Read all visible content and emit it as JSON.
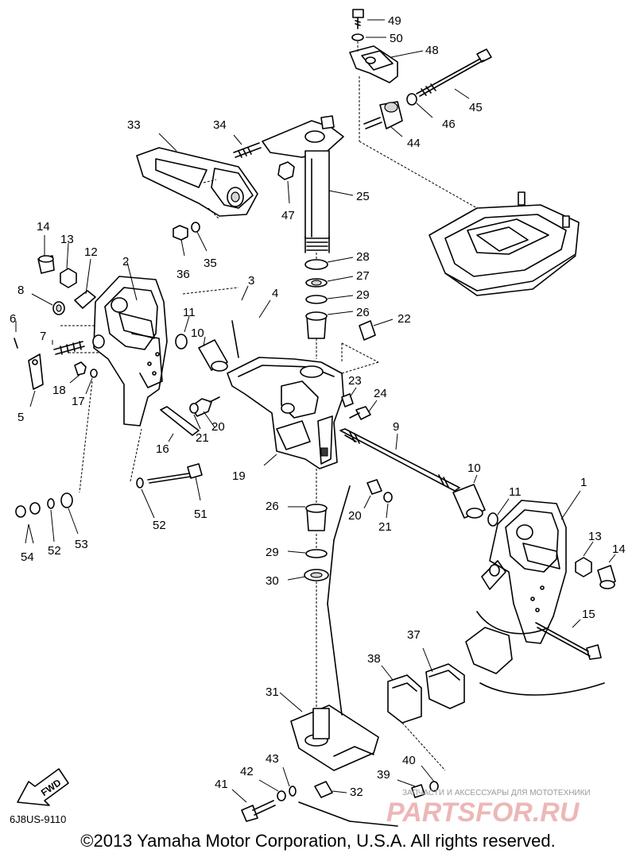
{
  "diagram": {
    "code": "6J8US-9110",
    "fwd_label": "FWD",
    "copyright": "©2013 Yamaha Motor Corporation, U.S.A. All rights reserved.",
    "watermark": {
      "tagline": "ЗАПЧАСТИ И АКСЕССУАРЫ ДЛЯ МОТОТЕХНИКИ",
      "logo": "PARTSFOR.RU"
    },
    "callouts": {
      "c1": "1",
      "c2": "2",
      "c3": "3",
      "c4": "4",
      "c5": "5",
      "c6": "6",
      "c7": "7",
      "c8": "8",
      "c9": "9",
      "c10a": "10",
      "c10b": "10",
      "c11a": "11",
      "c11b": "11",
      "c12": "12",
      "c13a": "13",
      "c13b": "13",
      "c14a": "14",
      "c14b": "14",
      "c15": "15",
      "c16": "16",
      "c17": "17",
      "c18": "18",
      "c19": "19",
      "c20a": "20",
      "c20b": "20",
      "c21a": "21",
      "c21b": "21",
      "c22": "22",
      "c23": "23",
      "c24": "24",
      "c25": "25",
      "c26a": "26",
      "c26b": "26",
      "c27": "27",
      "c28": "28",
      "c29a": "29",
      "c29b": "29",
      "c30": "30",
      "c31": "31",
      "c32": "32",
      "c33": "33",
      "c34": "34",
      "c35": "35",
      "c36": "36",
      "c37": "37",
      "c38": "38",
      "c39": "39",
      "c40": "40",
      "c41": "41",
      "c42": "42",
      "c43": "43",
      "c44": "44",
      "c45": "45",
      "c46": "46",
      "c47": "47",
      "c48": "48",
      "c49": "49",
      "c50": "50",
      "c51": "51",
      "c52a": "52",
      "c52b": "52",
      "c53": "53",
      "c54": "54"
    }
  }
}
